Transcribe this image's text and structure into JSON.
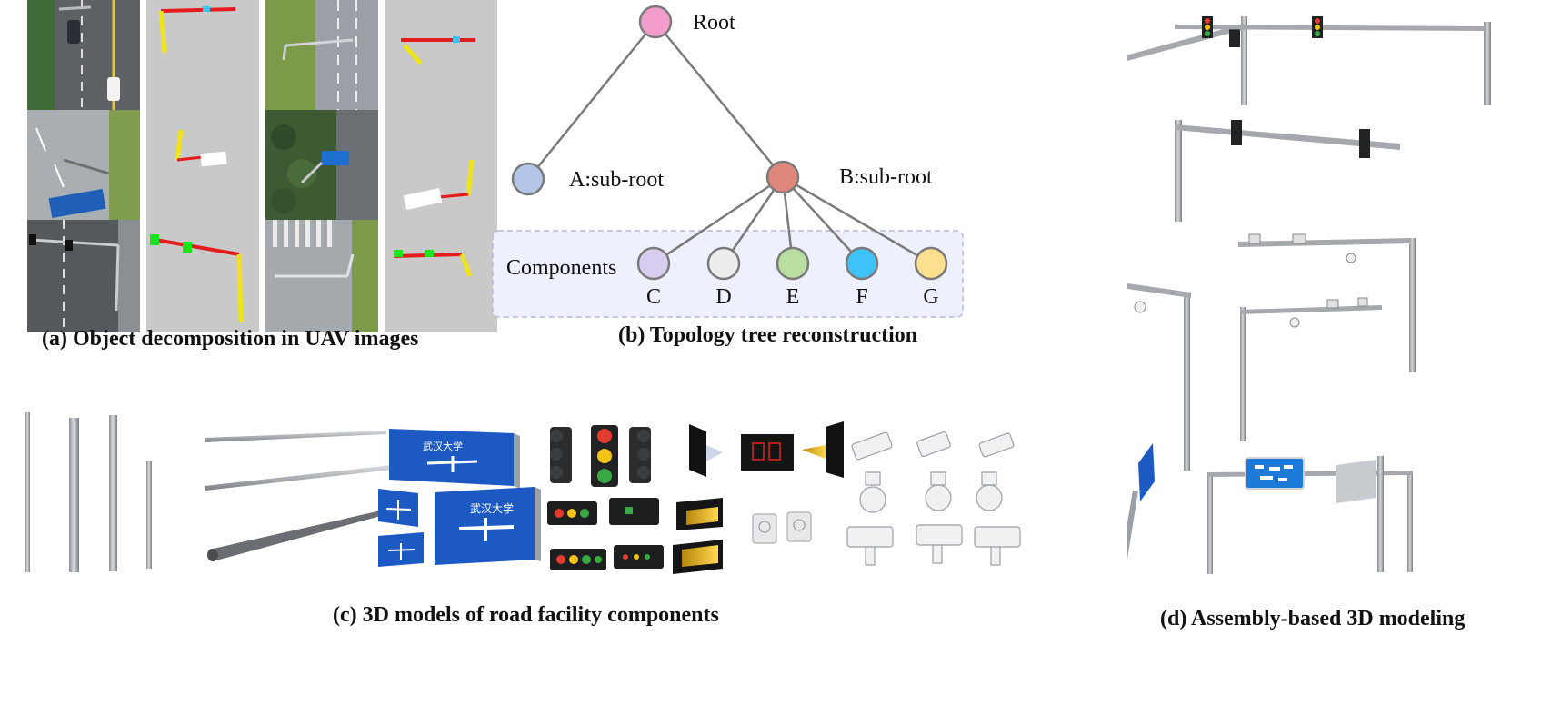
{
  "panel_a": {
    "caption": "(a) Object decomposition in UAV images"
  },
  "panel_b": {
    "caption": "(b) Topology tree reconstruction",
    "root_label": "Root",
    "a_label": "A:sub-root",
    "b_label": "B:sub-root",
    "components_label": "Components",
    "component_letters": [
      "C",
      "D",
      "E",
      "F",
      "G"
    ],
    "colors": {
      "root": "#f29ccb",
      "a": "#b4c6e7",
      "b": "#e0877c",
      "c": "#d9cdef",
      "d": "#eceeed",
      "e": "#b9dea2",
      "f": "#3fc2f7",
      "g": "#fde08f",
      "box_fill": "#eef0fb",
      "box_border": "#b6b9d9",
      "edge": "#7a7a7a"
    }
  },
  "panel_c": {
    "caption": "(c) 3D models of road facility components",
    "sign_text": "武汉大学"
  },
  "panel_d": {
    "caption": "(d) Assembly-based 3D modeling"
  }
}
